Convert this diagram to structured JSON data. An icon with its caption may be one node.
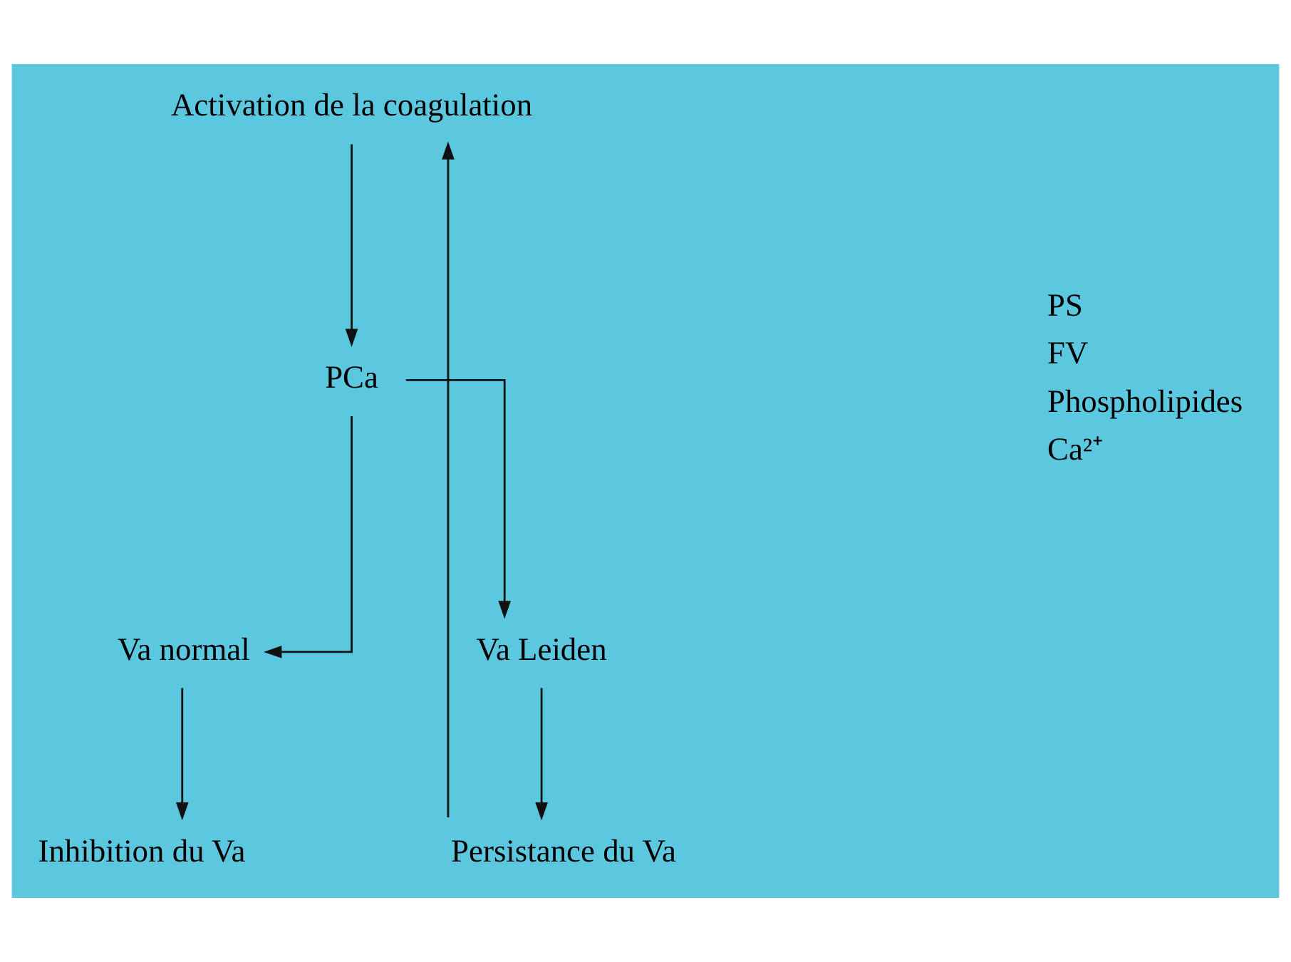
{
  "diagram": {
    "nodes": [
      {
        "text": [
          "Activation de la coagulation"
        ]
      },
      {
        "text": [
          "PCa"
        ]
      },
      {
        "text": [
          "Va normal"
        ]
      },
      {
        "text": [
          "Va Leiden"
        ]
      },
      {
        "text": [
          "Inhibition du Va"
        ]
      },
      {
        "text": [
          "Persistance du Va"
        ]
      }
    ],
    "edges": [
      {
        "from": 0,
        "to": 1,
        "arrow": "to"
      },
      {
        "from": 1,
        "to": 2,
        "arrow": "to"
      },
      {
        "from": 1,
        "to": 3,
        "arrow": "to"
      },
      {
        "from": 2,
        "to": 4,
        "arrow": "to"
      },
      {
        "from": 3,
        "to": 5,
        "arrow": "to"
      },
      {
        "from": 5,
        "to": 0,
        "arrow": "to"
      }
    ],
    "labels": [
      "PS",
      "FV",
      "Phospholipides",
      "Ca²⁺"
    ]
  }
}
